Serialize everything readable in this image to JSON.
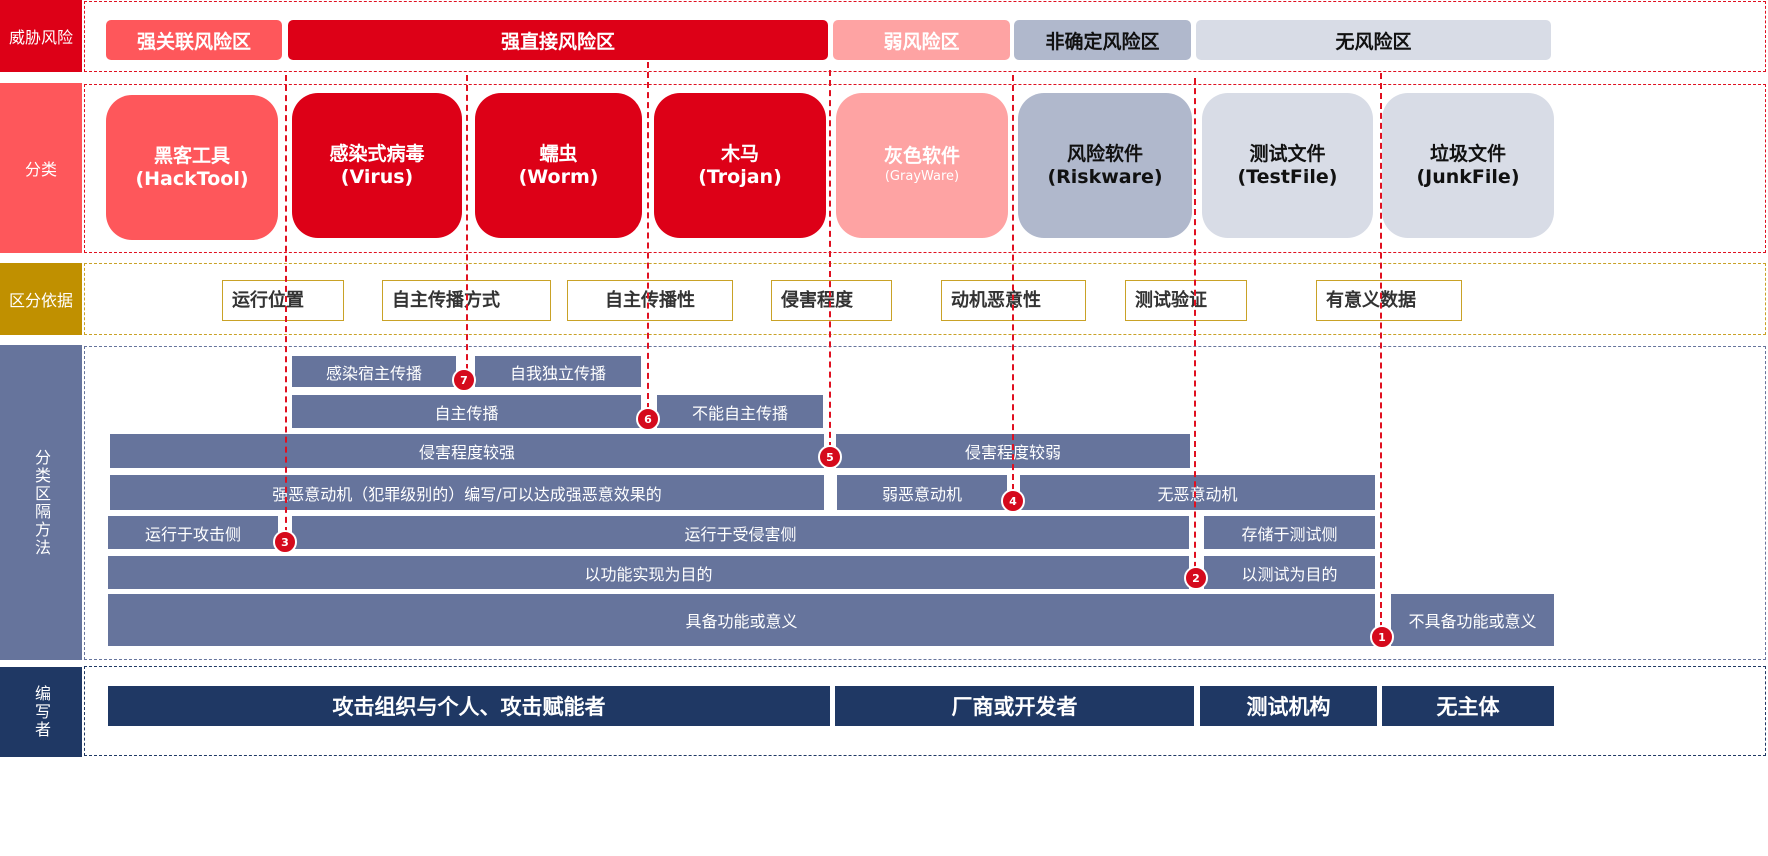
{
  "rows": {
    "threat_risk": "威胁风险",
    "category": "分类",
    "basis": "区分依据",
    "method": "分类区隔方法",
    "author": "编写者"
  },
  "zones": [
    {
      "label": "强关联风险区",
      "color": "#fe575b",
      "text_color": "#ffffff"
    },
    {
      "label": "强直接风险区",
      "color": "#dd0017",
      "text_color": "#ffffff"
    },
    {
      "label": "弱风险区",
      "color": "#fea3a3",
      "text_color": "#ffffff"
    },
    {
      "label": "非确定风险区",
      "color": "#b0b8cc",
      "text_color": "#111111"
    },
    {
      "label": "无风险区",
      "color": "#d8dce6",
      "text_color": "#111111"
    }
  ],
  "categories": [
    {
      "name": "黑客工具",
      "en": "(HackTool)",
      "color": "#fe575b",
      "text_color": "#ffffff"
    },
    {
      "name": "感染式病毒",
      "en": "(Virus)",
      "color": "#dd0017",
      "text_color": "#ffffff"
    },
    {
      "name": "蠕虫",
      "en": "(Worm)",
      "color": "#dd0017",
      "text_color": "#ffffff"
    },
    {
      "name": "木马",
      "en": "(Trojan)",
      "color": "#dd0017",
      "text_color": "#ffffff"
    },
    {
      "name": "灰色软件",
      "en": "(GrayWare)",
      "color": "#fea3a3",
      "text_color": "#ffffff"
    },
    {
      "name": "风险软件",
      "en": "(Riskware)",
      "color": "#b0b8cc",
      "text_color": "#111111"
    },
    {
      "name": "测试文件",
      "en": "(TestFile)",
      "color": "#d8dce6",
      "text_color": "#111111"
    },
    {
      "name": "垃圾文件",
      "en": "(JunkFile)",
      "color": "#d8dce6",
      "text_color": "#111111"
    }
  ],
  "criteria": [
    "运行位置",
    "自主传播方式",
    "自主传播性",
    "侵害程度",
    "动机恶意性",
    "测试验证",
    "有意义数据"
  ],
  "method_bars": {
    "infect_host": "感染宿主传播",
    "self_independent": "自我独立传播",
    "autonomous": "自主传播",
    "non_autonomous": "不能自主传播",
    "harm_strong": "侵害程度较强",
    "harm_weak": "侵害程度较弱",
    "strong_malice": "强恶意动机（犯罪级别的）编写/可以达成强恶意效果的",
    "weak_malice": "弱恶意动机",
    "no_malice": "无恶意动机",
    "attacker_side": "运行于攻击侧",
    "victim_side": "运行于受侵害侧",
    "test_side": "存储于测试侧",
    "func_goal": "以功能实现为目的",
    "test_goal": "以测试为目的",
    "has_meaning": "具备功能或意义",
    "no_meaning": "不具备功能或意义"
  },
  "badges": [
    "1",
    "2",
    "3",
    "4",
    "5",
    "6",
    "7"
  ],
  "authors": [
    "攻击组织与个人、攻击赋能者",
    "厂商或开发者",
    "测试机构",
    "无主体"
  ],
  "colors": {
    "row_threat": "#dd0017",
    "row_category": "#fe575b",
    "row_basis": "#c09000",
    "row_method": "#66749c",
    "row_author": "#1f3864",
    "divider": "#e01020"
  }
}
